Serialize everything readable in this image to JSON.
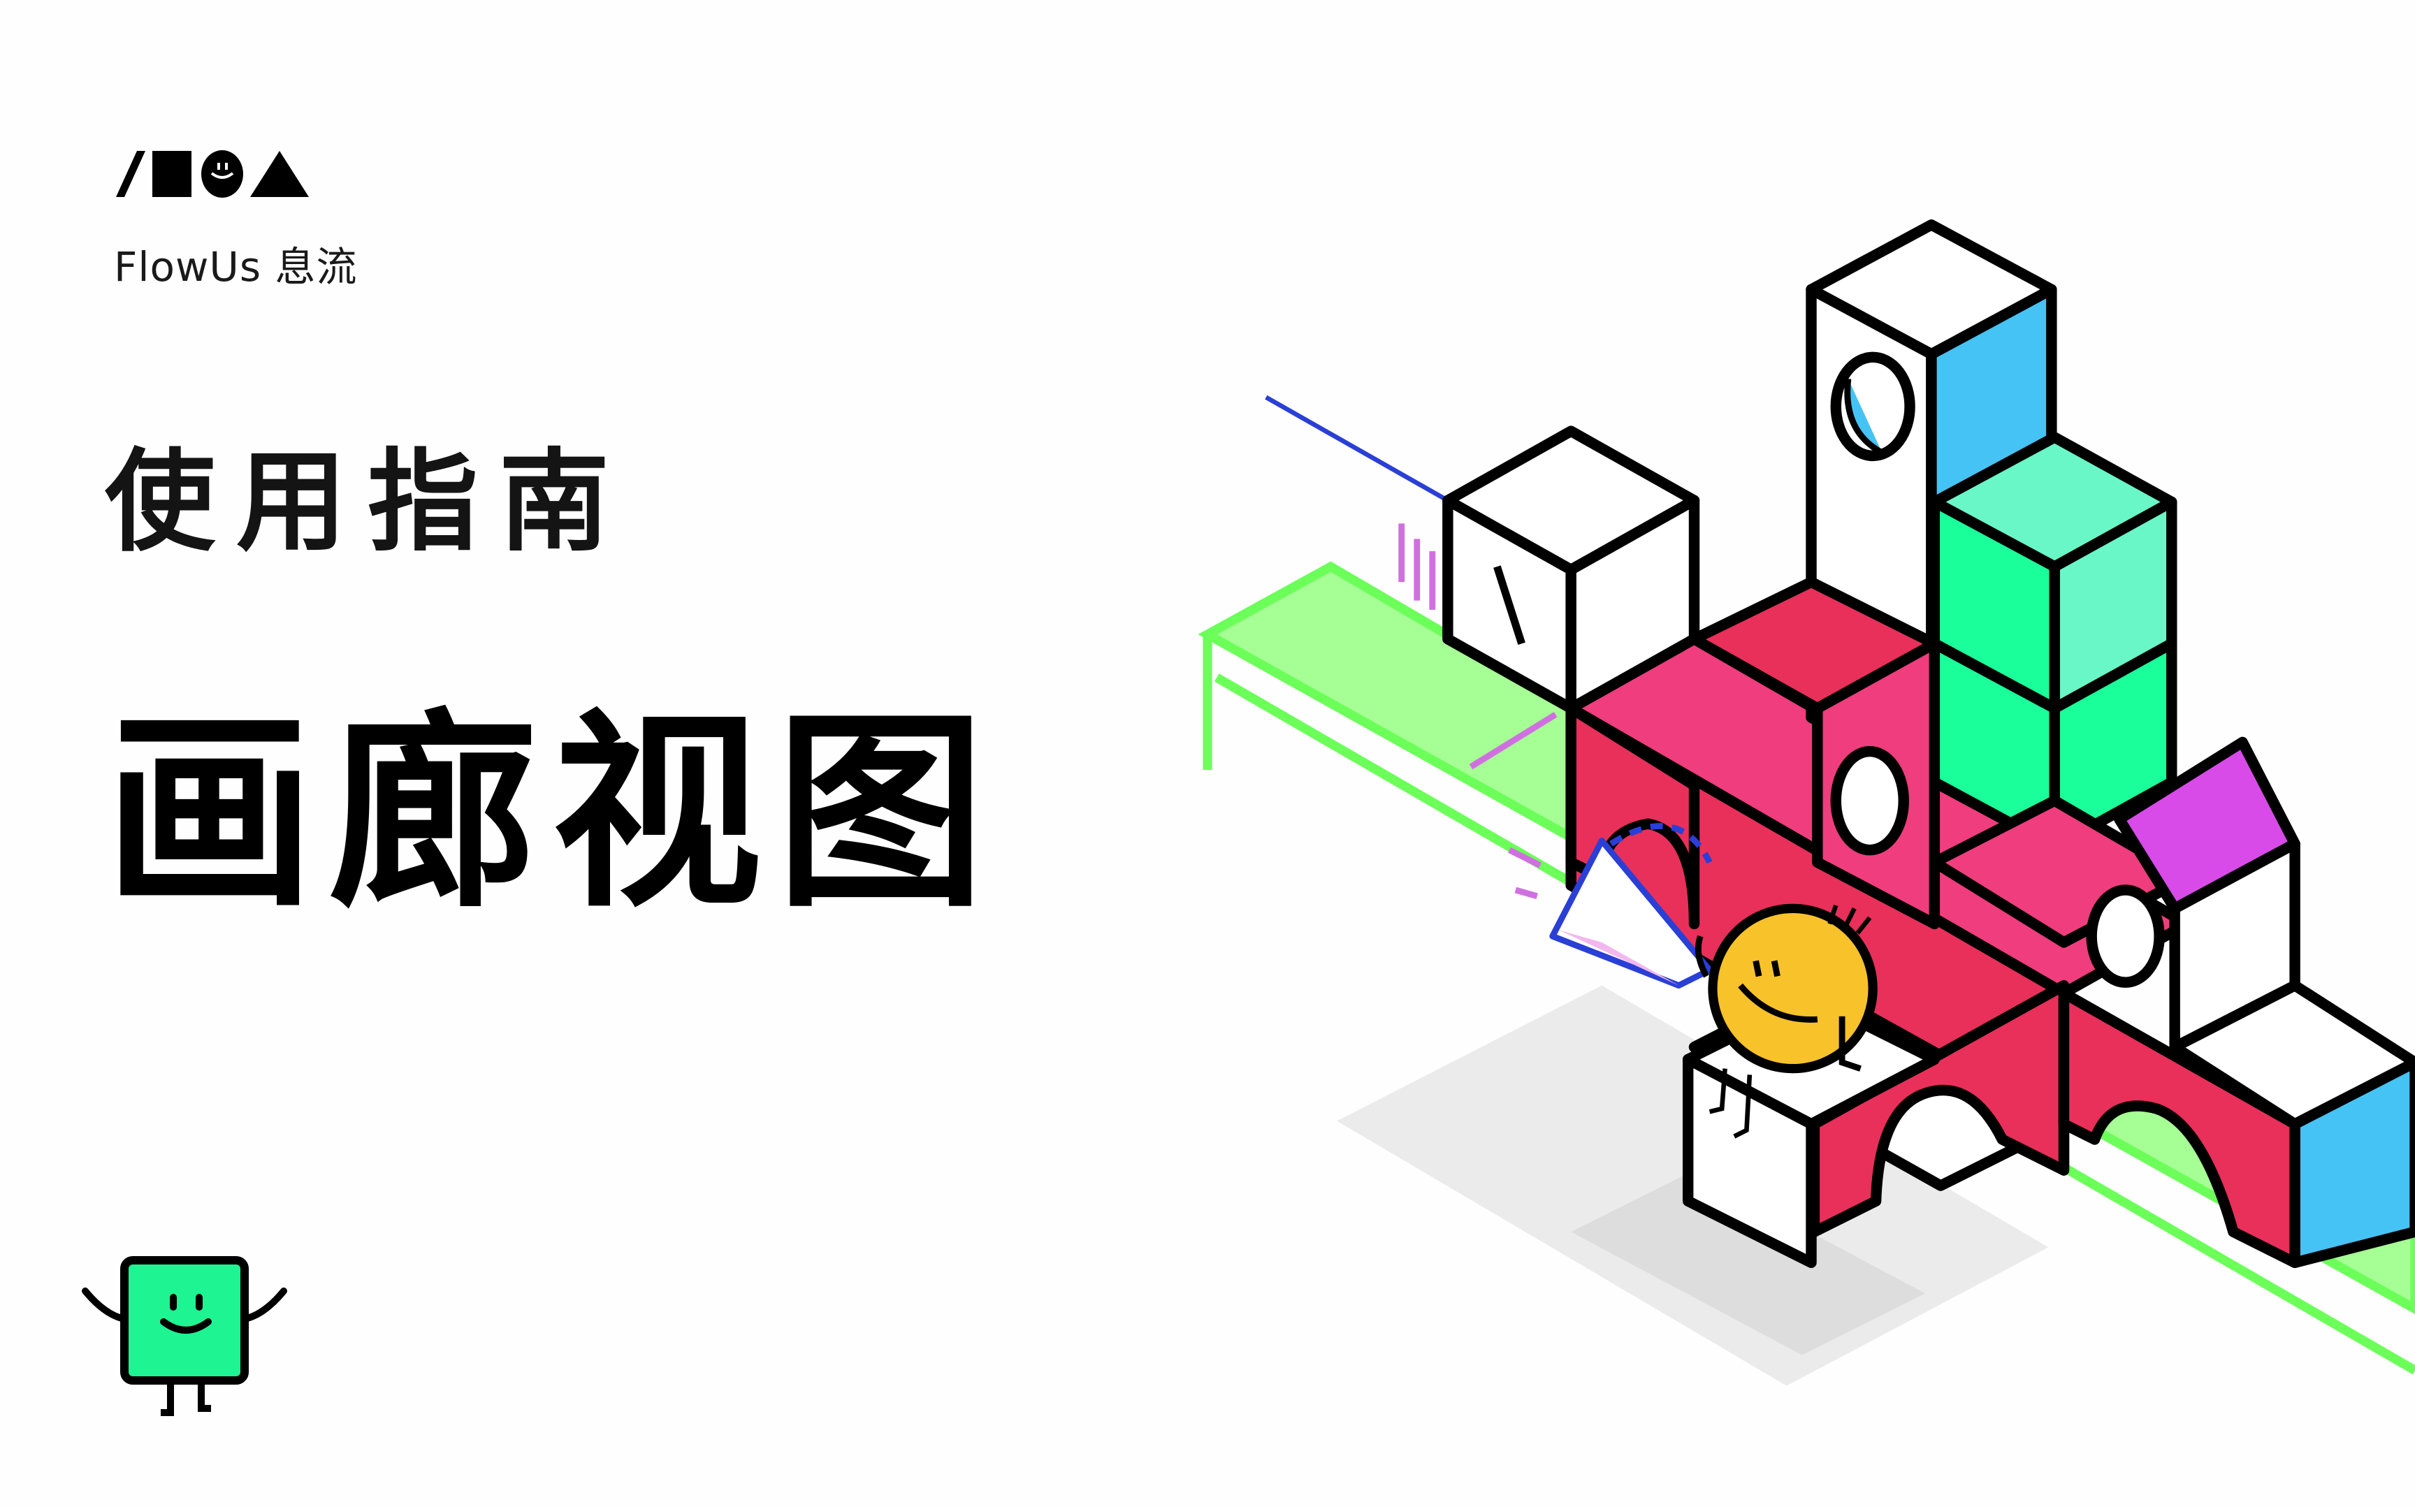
{
  "brand": {
    "logo_icons": [
      "slash-icon",
      "square-icon",
      "smiley-circle-icon",
      "triangle-icon"
    ],
    "name": "FlowUs 息流"
  },
  "cover": {
    "subtitle": "使用指南",
    "title": "画廊视图"
  },
  "illustration": {
    "description": "Isometric colorful building blocks with a yellow smiley character holding a megaphone",
    "colors": {
      "outline": "#000000",
      "red": "#e8305a",
      "pink": "#ef3d7d",
      "blue": "#46c3f5",
      "green": "#1aff99",
      "mint": "#6af7c8",
      "lime": "#80ff66",
      "light_lime": "#a6ff94",
      "magenta": "#d94be8",
      "yellow": "#f8c22a",
      "shadow": "#e6e6e6",
      "line_blue": "#2a3fd6",
      "accent_purple": "#d070e0"
    }
  },
  "mascot": {
    "name": "green-square-mascot",
    "color": "#1ef592"
  }
}
